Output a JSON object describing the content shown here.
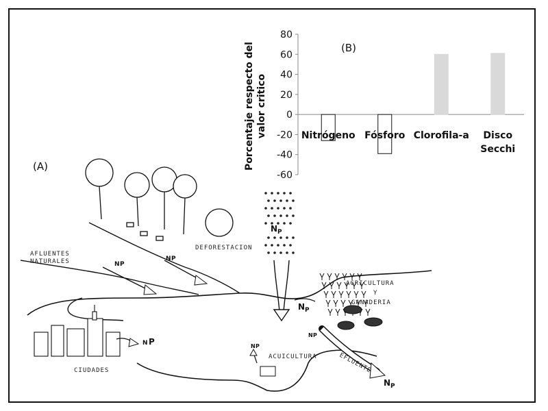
{
  "panel_a_label": "(A)",
  "chart_data": {
    "type": "bar",
    "panel_label": "(B)",
    "ylabel_line1": "Porcentaje respecto del",
    "ylabel_line2": "valor critico",
    "categories": [
      "Nitrógeno",
      "Fósforo",
      "Clorofila-a",
      "Disco\nSecchi"
    ],
    "values": [
      -26,
      -39,
      60,
      61
    ],
    "ylim": [
      -60,
      80
    ],
    "yticks": [
      -60,
      -40,
      -20,
      0,
      20,
      40,
      60,
      80
    ],
    "styles": {
      "negative_fill": "#ffffff",
      "negative_stroke": "#111111",
      "positive_fill": "#d9d9d9",
      "positive_stroke": "#d9d9d9"
    },
    "grid": false
  },
  "illustration": {
    "labels": {
      "afluentes": "AFLUENTES",
      "naturales": "NATURALES",
      "deforestacion": "DEFORESTACION",
      "agricultura": "AGRICULTURA",
      "y": "Y",
      "ganaderia": "GANADERIA",
      "ciudades": "CIUDADES",
      "acuicultura": "ACUICULTURA",
      "efluente": "EFLUENTE"
    },
    "nutrient_n": "N",
    "nutrient_p": "P"
  }
}
